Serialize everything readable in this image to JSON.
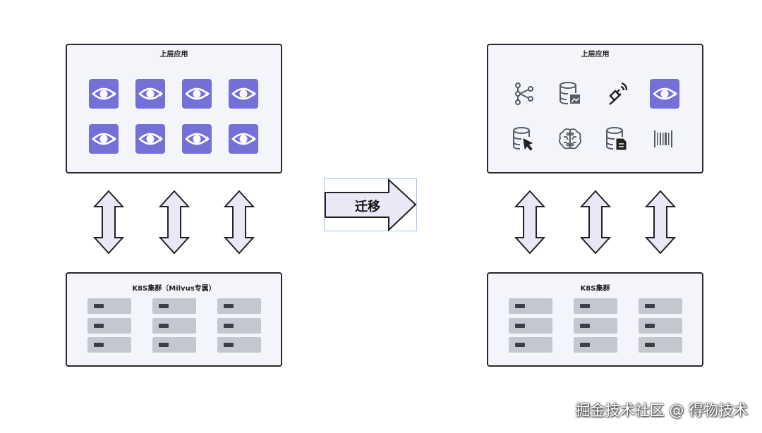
{
  "left": {
    "top_panel": {
      "title": "上层应用",
      "icons": [
        "eye-icon",
        "eye-icon",
        "eye-icon",
        "eye-icon",
        "eye-icon",
        "eye-icon",
        "eye-icon",
        "eye-icon"
      ]
    },
    "bottom_panel": {
      "title": "K8S集群（Milvus专属）"
    }
  },
  "migration": {
    "label": "迁移"
  },
  "right": {
    "top_panel": {
      "title": "上层应用",
      "icons": [
        "network-nodes-icon",
        "database-image-icon",
        "plug-signal-icon",
        "eye-icon",
        "database-pointer-icon",
        "brain-icon",
        "database-document-icon",
        "barcode-icon"
      ]
    },
    "bottom_panel": {
      "title": "K8S集群"
    }
  },
  "watermark": "掘金技术社区 @ 得物技术",
  "colors": {
    "accent": "#7470d8",
    "arrow_fill": "#ebe7f7",
    "panel_bg": "#f4f4fb",
    "server": "#c4c7d0"
  }
}
